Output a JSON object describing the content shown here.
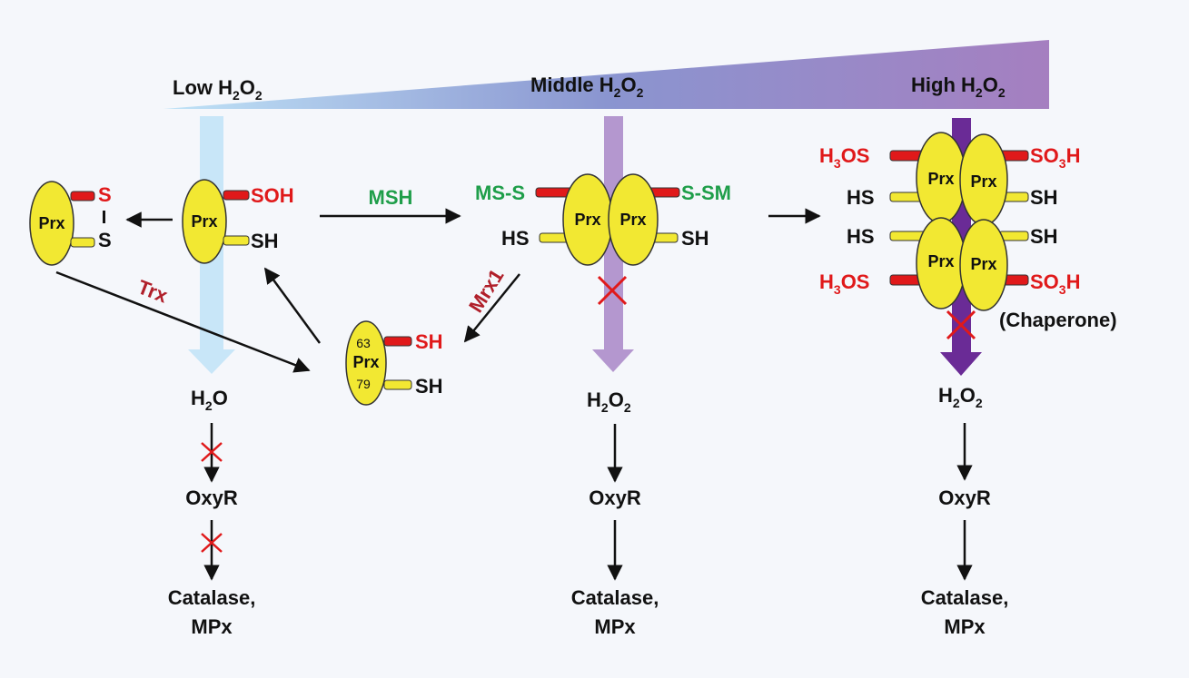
{
  "levels": {
    "low": {
      "main": "Low H",
      "sub": "2",
      "tail": "O",
      "sub2": "2"
    },
    "middle": {
      "main": "Middle H",
      "sub": "2",
      "tail": "O",
      "sub2": "2"
    },
    "high": {
      "main": "High H",
      "sub": "2",
      "tail": "O",
      "sub2": "2"
    }
  },
  "protein": "Prx",
  "low_section": {
    "disulfide_s1": "S",
    "disulfide_s2": "S",
    "soh": "SOH",
    "sh": "SH",
    "trx": "Trx",
    "product_main": "H",
    "product_sub": "2",
    "product_tail": "O",
    "oxyr": "OxyR",
    "catalase": "Catalase,",
    "mpx": "MPx"
  },
  "reduced_prx": {
    "res63": "63",
    "res79": "79",
    "sh_top": "SH",
    "sh_bottom": "SH",
    "mrx1": "Mrx1"
  },
  "middle_section": {
    "msh": "MSH",
    "ms_s": "MS-S",
    "s_sm": "S-SM",
    "hs": "HS",
    "sh": "SH",
    "h2o2_main": "H",
    "h2o2_sub": "2",
    "h2o2_mid": "O",
    "h2o2_sub2": "2",
    "oxyr": "OxyR",
    "catalase": "Catalase,",
    "mpx": "MPx"
  },
  "high_section": {
    "h3os_main": "H",
    "h3os_sub": "3",
    "h3os_tail": "OS",
    "so3h_main": "SO",
    "so3h_sub": "3",
    "so3h_tail": "H",
    "hs": "HS",
    "sh": "SH",
    "chaperone": "(Chaperone)",
    "h2o2_main": "H",
    "h2o2_sub": "2",
    "h2o2_mid": "O",
    "h2o2_sub2": "2",
    "oxyr": "OxyR",
    "catalase": "Catalase,",
    "mpx": "MPx"
  },
  "colors": {
    "prx_fill": "#f2e832",
    "oxidized_bar": "#e0191a",
    "reduced_bar": "#f2e832",
    "low_arrow": "#c8e6f8",
    "middle_arrow": "#b497cf",
    "high_arrow": "#6a2b96",
    "msh_text": "#1f9e4a",
    "trx_text": "#b01f2a",
    "block_x": "#e0191a"
  }
}
